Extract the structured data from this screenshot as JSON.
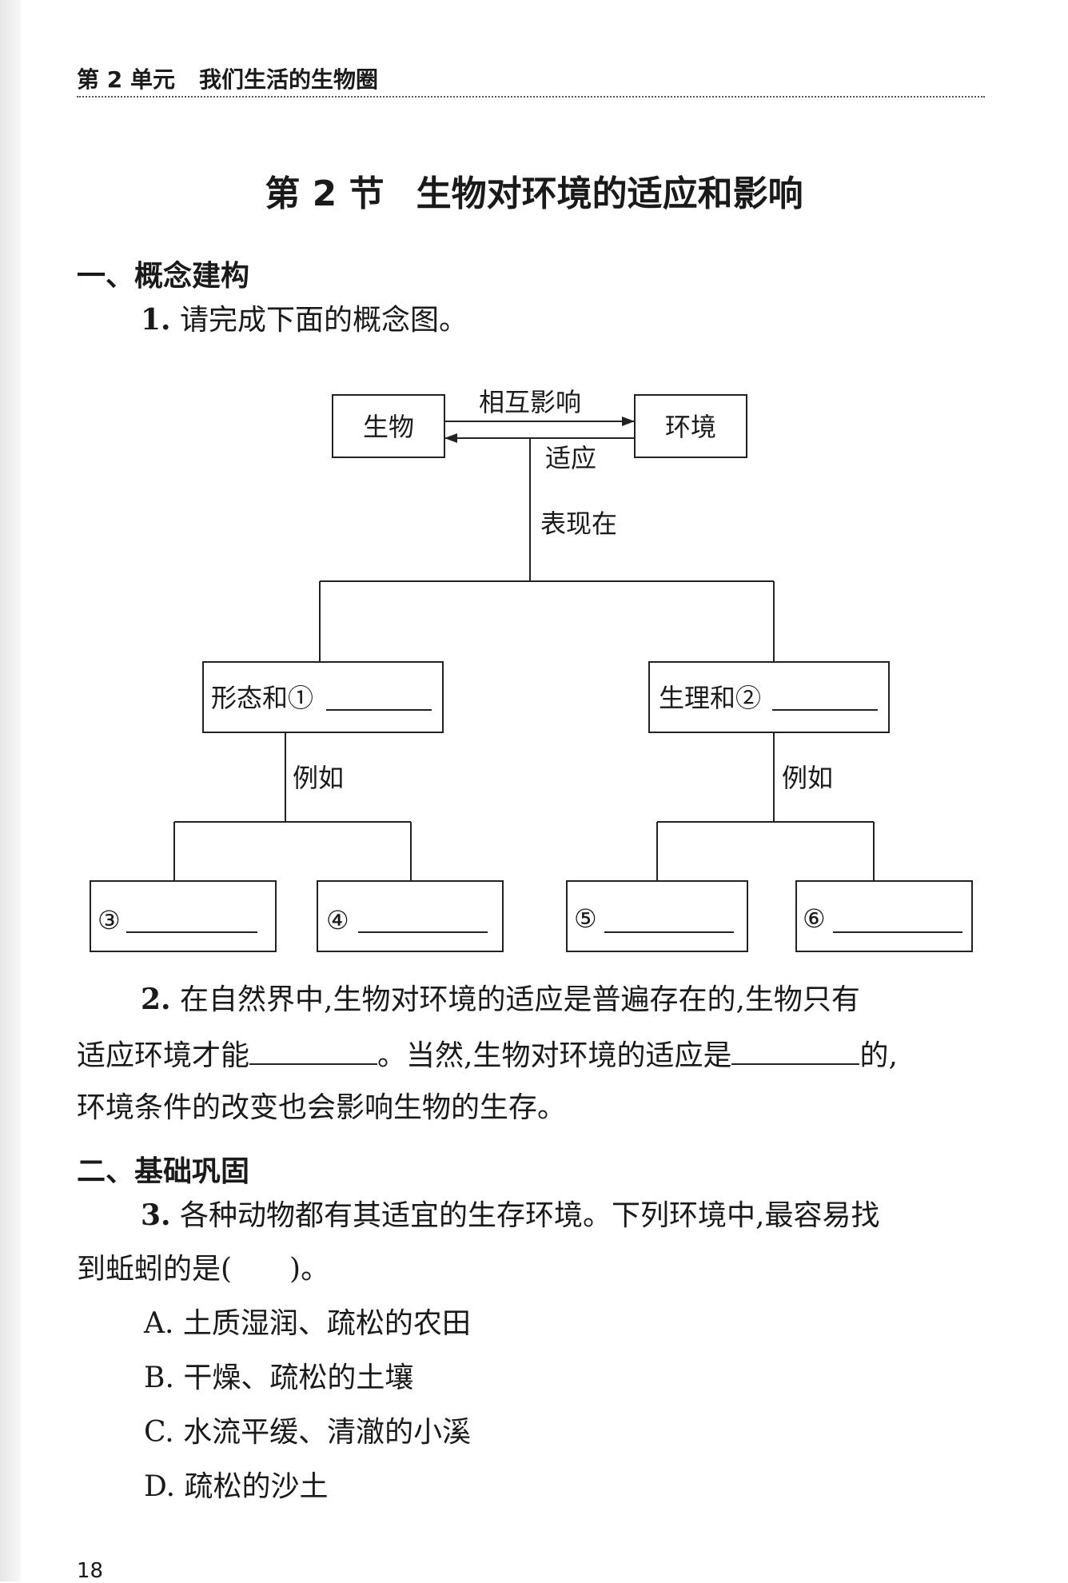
{
  "header": {
    "unit": "第 2 单元",
    "unit_title": "我们生活的生物圈"
  },
  "title": {
    "section_no": "第 2 节",
    "text": "生物对环境的适应和影响"
  },
  "part1": {
    "heading": "一、概念建构",
    "q1": {
      "num": "1.",
      "text": "请完成下面的概念图。"
    }
  },
  "concept_map": {
    "organism": "生物",
    "environment": "环境",
    "interaction": "相互影响",
    "adaptation": "适应",
    "manifest": "表现在",
    "branch_left": "形态和①",
    "branch_right": "生理和②",
    "example_left": "例如",
    "example_right": "例如",
    "blank3": "③",
    "blank4": "④",
    "blank5": "⑤",
    "blank6": "⑥"
  },
  "q2": {
    "num": "2.",
    "line1": "在自然界中,生物对环境的适应是普遍存在的,生物只有",
    "line2_a": "适应环境才能",
    "line2_b": "。当然,生物对环境的适应是",
    "line2_c": "的,",
    "line3": "环境条件的改变也会影响生物的生存。"
  },
  "part2": {
    "heading": "二、基础巩固"
  },
  "q3": {
    "num": "3.",
    "line1": "各种动物都有其适宜的生存环境。下列环境中,最容易找",
    "line2": "到蚯蚓的是(　　)。",
    "options": [
      {
        "letter": "A.",
        "text": "土质湿润、疏松的农田"
      },
      {
        "letter": "B.",
        "text": "干燥、疏松的土壤"
      },
      {
        "letter": "C.",
        "text": "水流平缓、清澈的小溪"
      },
      {
        "letter": "D.",
        "text": "疏松的沙土"
      }
    ]
  },
  "footer": {
    "page_number": "18"
  }
}
